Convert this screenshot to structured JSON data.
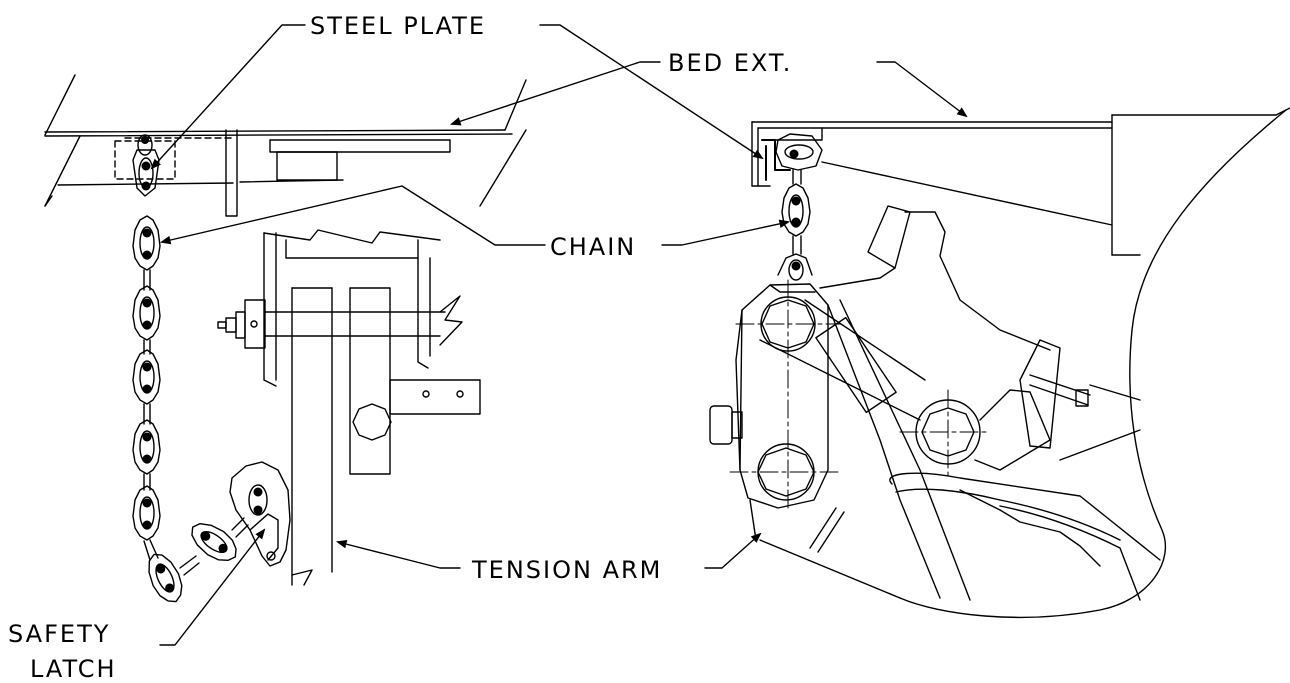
{
  "labels": {
    "steel_plate": "STEEL PLATE",
    "bed_ext": "BED EXT.",
    "chain": "CHAIN",
    "tension_arm": "TENSION ARM",
    "safety_line1": "SAFETY",
    "safety_line2": "LATCH"
  },
  "colors": {
    "ink": "#000000",
    "paper": "#ffffff"
  }
}
